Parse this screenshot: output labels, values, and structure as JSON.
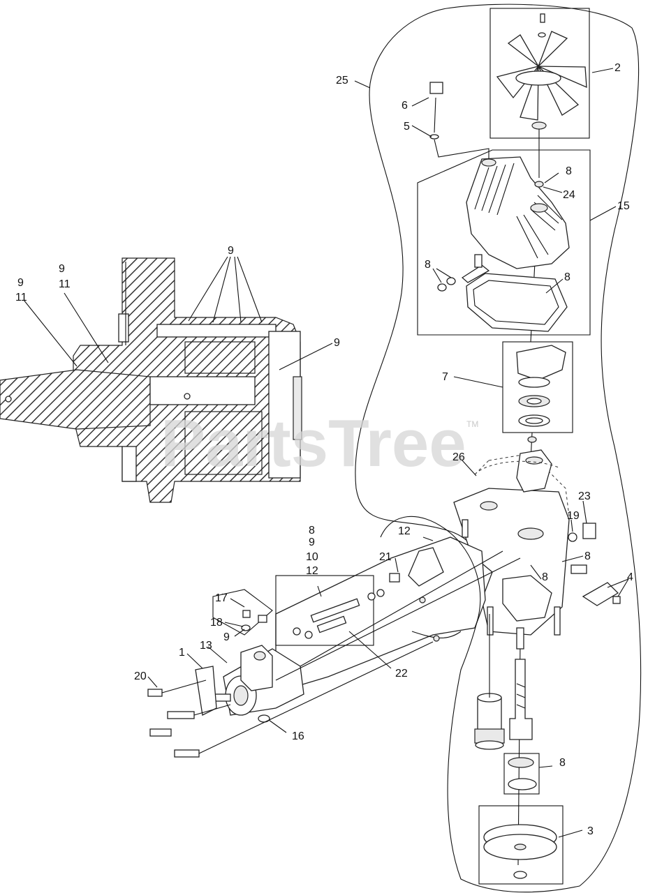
{
  "watermark": {
    "text": "PartsTree",
    "tm": "TM"
  },
  "callouts": {
    "c1": "1",
    "c2": "2",
    "c3": "3",
    "c4": "4",
    "c5": "5",
    "c6": "6",
    "c7": "7",
    "c8a": "8",
    "c8b": "8",
    "c8c": "8",
    "c8d": "8",
    "c8e": "8",
    "c8f": "8",
    "c8g": "8",
    "c9a": "9",
    "c9b": "9",
    "c9c": "9",
    "c9d": "9",
    "c9e": "9",
    "c9f": "9",
    "c10": "10",
    "c11a": "11",
    "c11b": "11",
    "c12a": "12",
    "c12b": "12",
    "c13": "13",
    "c15": "15",
    "c16": "16",
    "c17": "17",
    "c18": "18",
    "c19": "19",
    "c20": "20",
    "c21": "21",
    "c22": "22",
    "c23": "23",
    "c24": "24",
    "c25": "25",
    "c26": "26"
  }
}
